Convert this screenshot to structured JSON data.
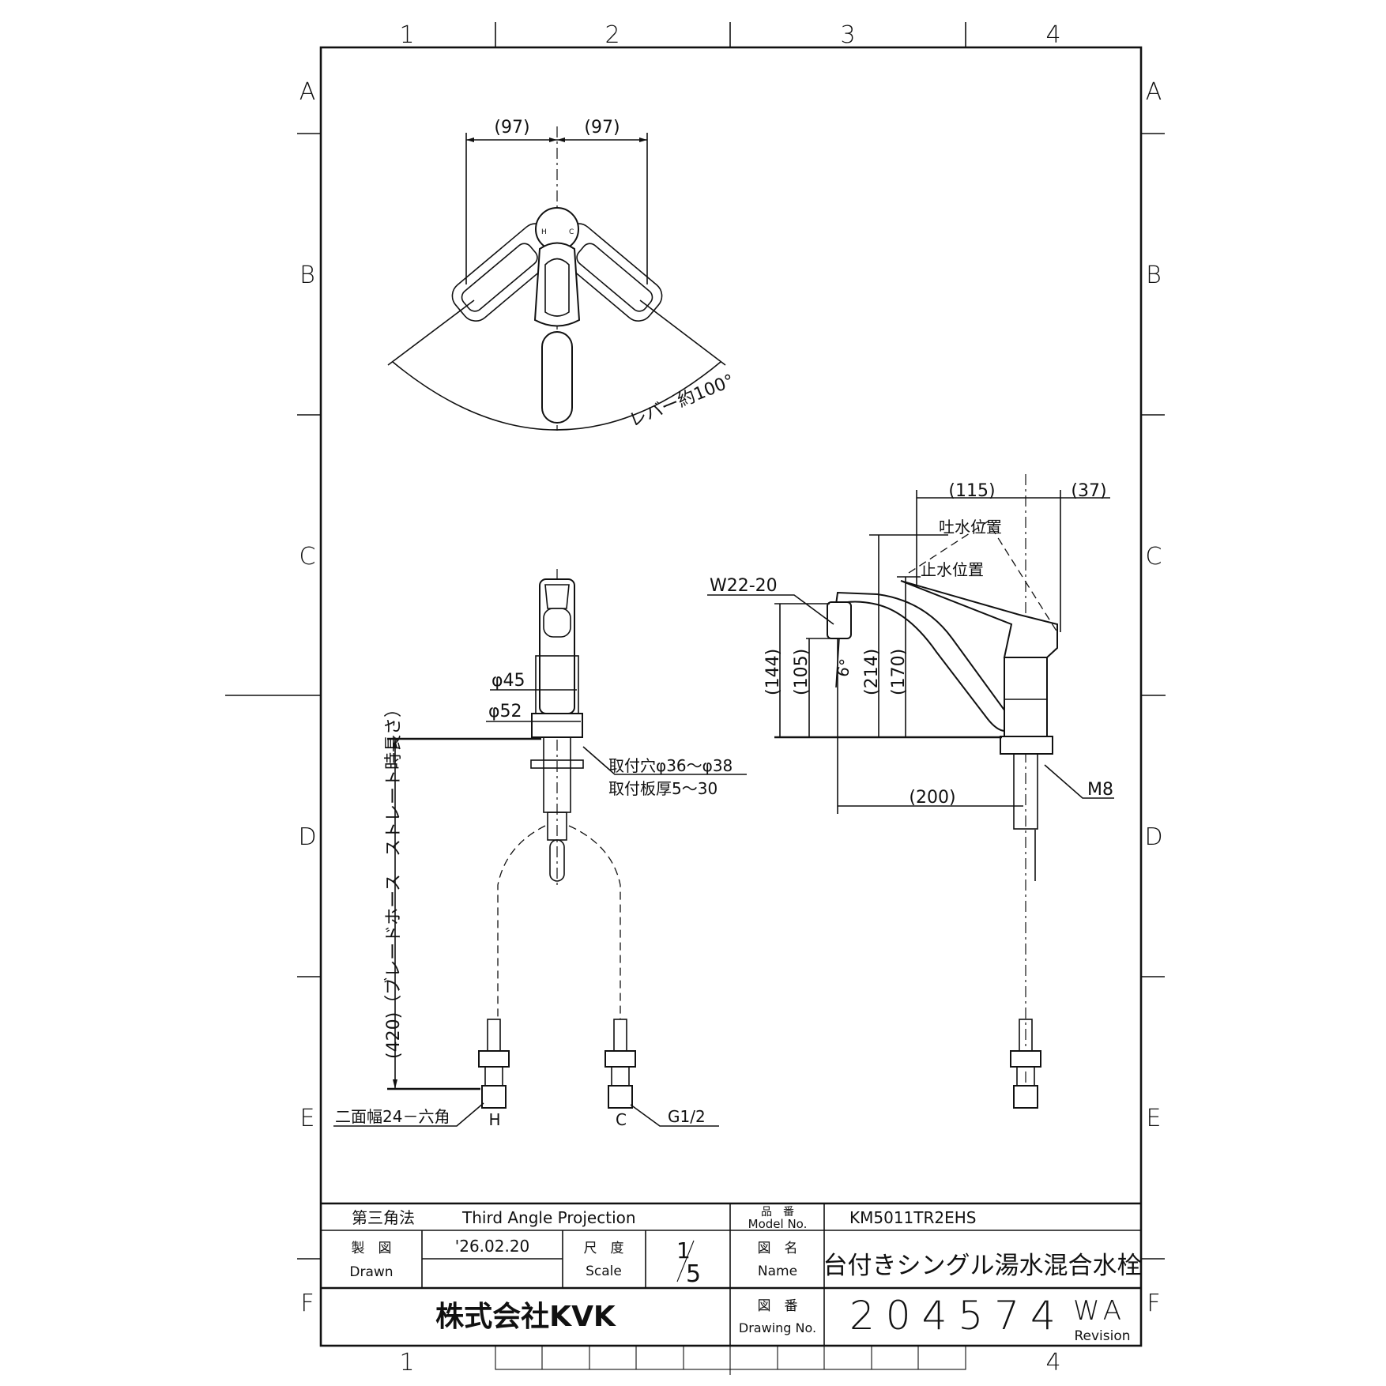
{
  "grid": {
    "columns": [
      "1",
      "2",
      "3",
      "4"
    ],
    "rows": [
      "A",
      "B",
      "C",
      "D",
      "E",
      "F"
    ],
    "bottom_columns": [
      "1",
      "4"
    ]
  },
  "top_view": {
    "dim_left": "(97)",
    "dim_right": "(97)",
    "hot_mark": "H",
    "cold_mark": "C",
    "lever_angle": "レバー約100°"
  },
  "front_view": {
    "dia_45": "φ45",
    "dia_52": "φ52",
    "mount_hole": "取付穴φ36～φ38",
    "mount_thickness": "取付板厚5～30",
    "hose_length": "(420)（ブレードホース　ストレート時長さ）",
    "hex_note": "二面幅24－六角",
    "hot_label": "H",
    "cold_label": "C",
    "thread": "G1/2"
  },
  "side_view": {
    "dim_115": "(115)",
    "dim_37": "(37)",
    "open_position": "吐水位置",
    "closed_position": "止水位置",
    "aerator_thread": "W22-20",
    "dim_144": "(144)",
    "dim_105": "(105)",
    "angle_6": "6°",
    "dim_214": "(214)",
    "dim_170": "(170)",
    "dim_200": "(200)",
    "bolt": "M8"
  },
  "title_block": {
    "projection_jp": "第三角法",
    "projection_en": "Third Angle Projection",
    "model_label_jp": "品　番",
    "model_label_en": "Model No.",
    "model_no": "KM5011TR2EHS",
    "drawn_label_jp": "製　図",
    "drawn_label_en": "Drawn",
    "drawn_date": "'26.02.20",
    "scale_label_jp": "尺　度",
    "scale_label_en": "Scale",
    "scale_num": "1",
    "scale_den": "5",
    "name_label_jp": "図　名",
    "name_label_en": "Name",
    "name": "台付きシングル湯水混合水栓",
    "company": "株式会社KVK",
    "drawing_label_jp": "図　番",
    "drawing_label_en": "Drawing No.",
    "drawing_no": "204574",
    "revision": "WA",
    "revision_label": "Revision"
  }
}
